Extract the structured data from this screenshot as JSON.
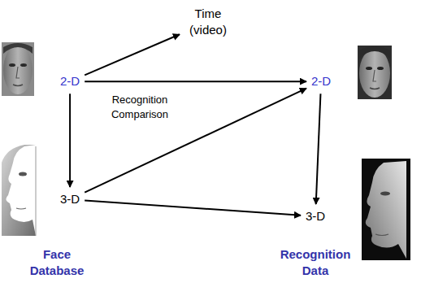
{
  "diagram": {
    "nodes": [
      {
        "text": [
          "Time (video)"
        ]
      },
      {
        "text": [
          "2-D"
        ]
      },
      {
        "text": [
          "2-D"
        ]
      },
      {
        "text": [
          "3-D"
        ]
      },
      {
        "text": [
          "3-D"
        ]
      }
    ],
    "edges": [
      {
        "from": 1,
        "to": 0,
        "arrow": "to"
      },
      {
        "from": 1,
        "to": 2,
        "label": "Recognition Comparison",
        "arrow": "to"
      },
      {
        "from": 1,
        "to": 3,
        "arrow": "to"
      },
      {
        "from": 3,
        "to": 2,
        "arrow": "to"
      },
      {
        "from": 3,
        "to": 4,
        "arrow": "to"
      },
      {
        "from": 2,
        "to": 4,
        "arrow": "to"
      }
    ],
    "labels": [
      "Face Database",
      "Recognition Data"
    ]
  }
}
